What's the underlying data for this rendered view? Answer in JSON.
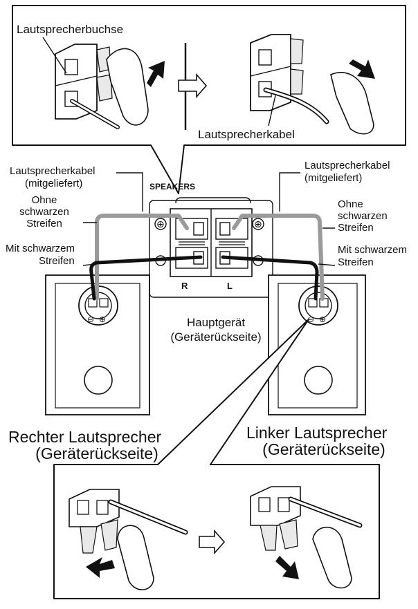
{
  "top_panel": {
    "jack_label": "Lautsprecherbuchse",
    "cable_label": "Lautsprecherkabel"
  },
  "left_side": {
    "cable_label_line1": "Lautsprecherkabel",
    "cable_label_line2": "(mitgeliefert)",
    "no_stripe_line1": "Ohne",
    "no_stripe_line2": "schwarzen",
    "no_stripe_line3": "Streifen",
    "stripe_line1": "Mit schwarzem",
    "stripe_line2": "Streifen"
  },
  "right_side": {
    "cable_label_line1": "Lautsprecherkabel",
    "cable_label_line2": "(mitgeliefert)",
    "no_stripe_line1": "Ohne",
    "no_stripe_line2": "schwarzen",
    "no_stripe_line3": "Streifen",
    "stripe_line1": "Mit schwarzem",
    "stripe_line2": "Streifen"
  },
  "main_unit": {
    "terminal_label": "SPEAKERS",
    "right_channel": "R",
    "left_channel": "L",
    "plus_symbol": "⊕",
    "minus_symbol": "⊖",
    "caption_line1": "Hauptgerät",
    "caption_line2": "(Geräterückseite)"
  },
  "speakers": {
    "right_line1": "Rechter Lautsprecher",
    "right_line2": "(Geräterückseite)",
    "left_line1": "Linker Lautsprecher",
    "left_line2": "(Geräterückseite)"
  },
  "colors": {
    "line": "#111111",
    "gray_cable": "#9a9a9a",
    "black_cable": "#111111"
  }
}
